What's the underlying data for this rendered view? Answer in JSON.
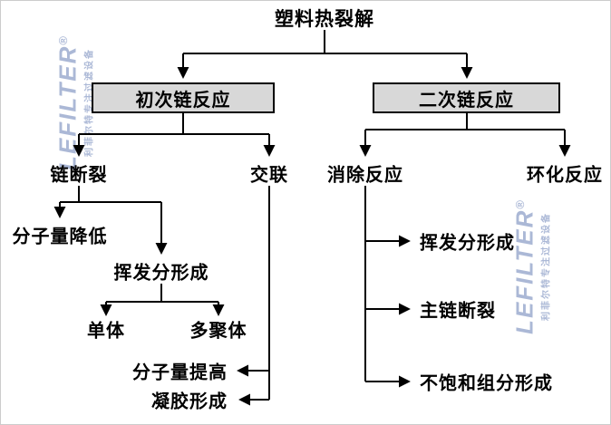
{
  "diagram": {
    "root": "塑料热裂解",
    "primary": {
      "label": "初次链反应",
      "chain_scission": {
        "label": "链断裂",
        "mw_decrease": "分子量降低",
        "volatiles": {
          "label": "挥发分形成",
          "monomer": "单体",
          "oligomer": "多聚体"
        }
      },
      "crosslinking": {
        "label": "交联",
        "mw_increase": "分子量提高",
        "gel_formation": "凝胶形成"
      }
    },
    "secondary": {
      "label": "二次链反应",
      "elimination": {
        "label": "消除反应",
        "volatiles": "挥发分形成",
        "main_chain_scission": "主链断裂",
        "unsaturated": "不饱和组分形成"
      },
      "cyclization": {
        "label": "环化反应"
      }
    }
  },
  "watermark": {
    "brand": "LEFILTER",
    "reg": "®",
    "tagline": "利菲尔特专注过滤设备"
  },
  "colors": {
    "line": "#000000",
    "box_fill": "#d8d8d8",
    "box_border": "#000000",
    "watermark": "#9daccf",
    "background": "#ffffff"
  }
}
